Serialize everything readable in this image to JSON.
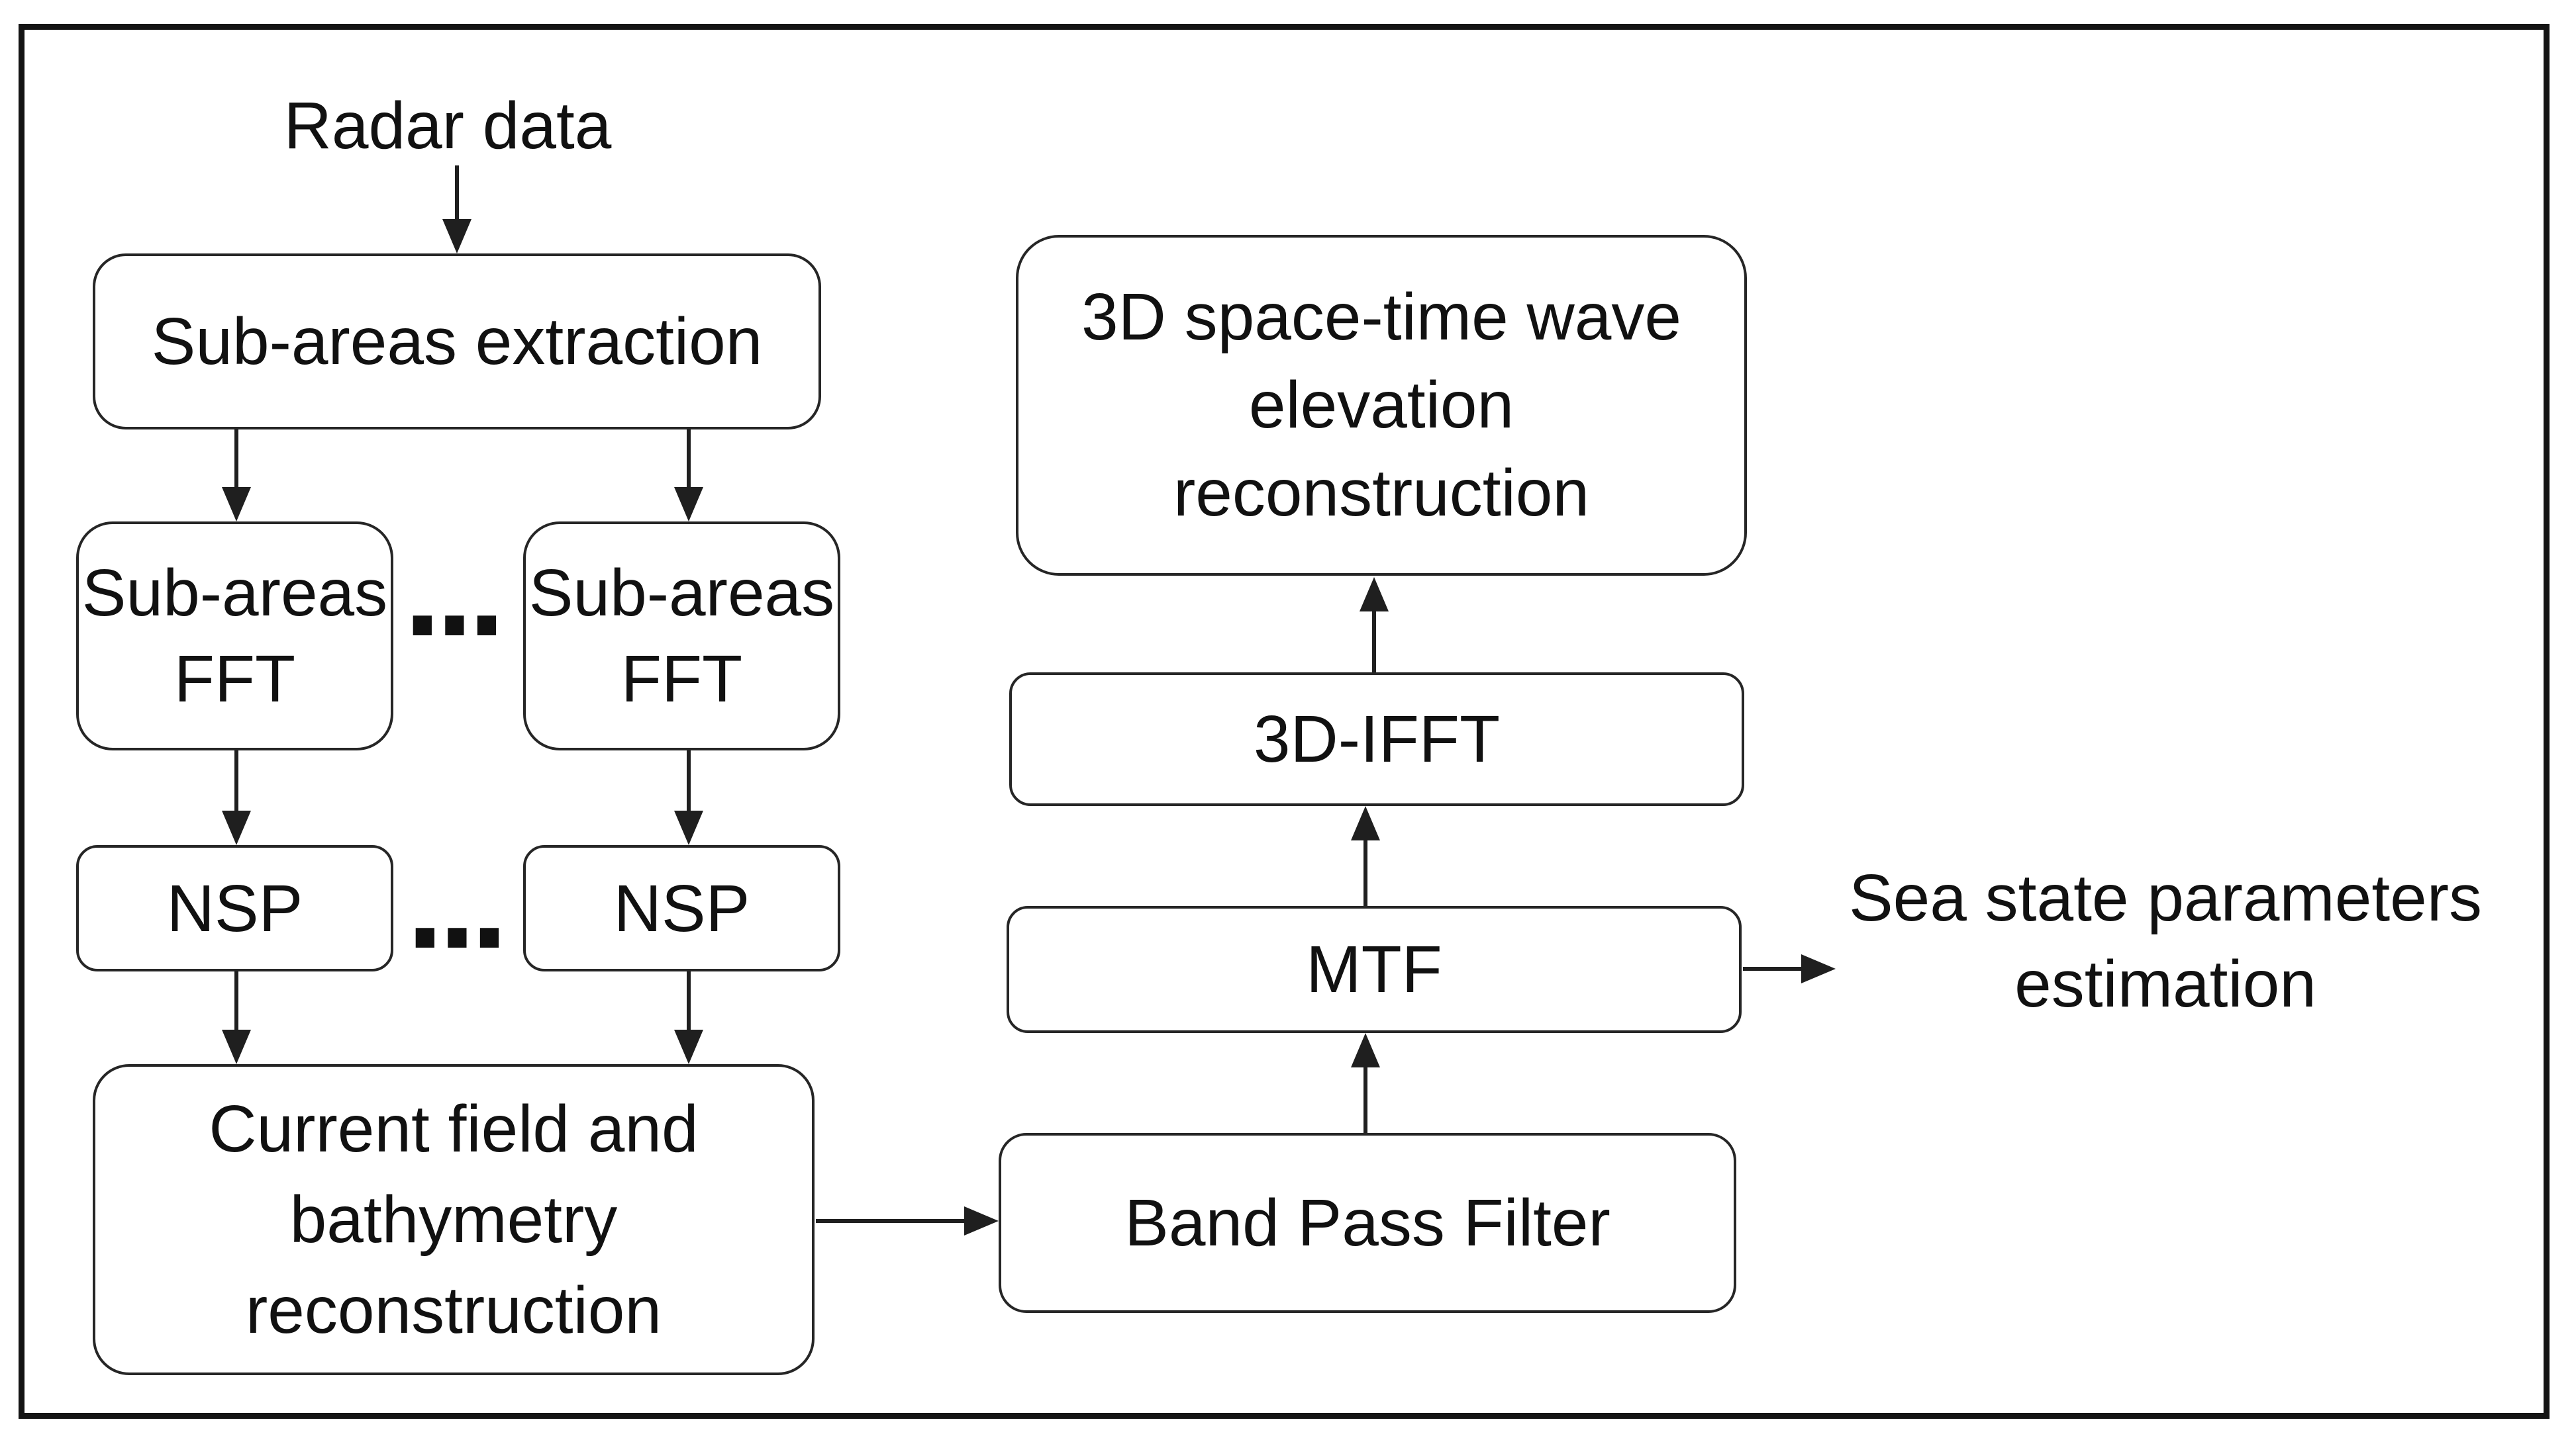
{
  "colors": {
    "ink": "#111111",
    "line": "#1f1f1f",
    "border": "#262626",
    "background": "#ffffff"
  },
  "nodes": {
    "radar_data": {
      "label": "Radar data"
    },
    "sub_areas_extraction": {
      "label": "Sub-areas extraction"
    },
    "sub_areas_fft_left": {
      "label": "Sub-areas\nFFT"
    },
    "sub_areas_fft_right": {
      "label": "Sub-areas\nFFT"
    },
    "ellipsis_fft": {
      "label": "..."
    },
    "nsp_left": {
      "label": "NSP"
    },
    "nsp_right": {
      "label": "NSP"
    },
    "ellipsis_nsp": {
      "label": "..."
    },
    "current_field": {
      "label": "Current field and\nbathymetry\nreconstruction"
    },
    "band_pass_filter": {
      "label": "Band Pass Filter"
    },
    "mtf": {
      "label": "MTF"
    },
    "ifft_3d": {
      "label": "3D-IFFT"
    },
    "wave_elevation": {
      "label": "3D space-time wave\nelevation\nreconstruction"
    },
    "sea_state": {
      "label": "Sea state parameters\nestimation"
    }
  },
  "edges": [
    {
      "from": "radar_data",
      "to": "sub_areas_extraction"
    },
    {
      "from": "sub_areas_extraction",
      "to": "sub_areas_fft_left"
    },
    {
      "from": "sub_areas_extraction",
      "to": "sub_areas_fft_right"
    },
    {
      "from": "sub_areas_fft_left",
      "to": "nsp_left"
    },
    {
      "from": "sub_areas_fft_right",
      "to": "nsp_right"
    },
    {
      "from": "nsp_left",
      "to": "current_field"
    },
    {
      "from": "nsp_right",
      "to": "current_field"
    },
    {
      "from": "current_field",
      "to": "band_pass_filter"
    },
    {
      "from": "band_pass_filter",
      "to": "mtf"
    },
    {
      "from": "mtf",
      "to": "ifft_3d"
    },
    {
      "from": "mtf",
      "to": "sea_state"
    },
    {
      "from": "ifft_3d",
      "to": "wave_elevation"
    }
  ]
}
